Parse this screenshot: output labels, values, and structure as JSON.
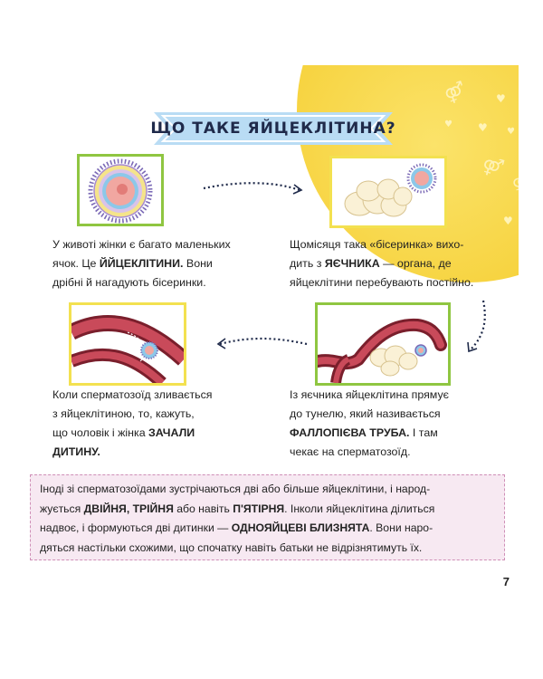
{
  "title": "ЩО ТАКЕ ЯЙЦЕКЛІТИНА?",
  "steps": [
    {
      "t1": "У животі жінки є багато маленьких",
      "t2a": "ячок. Це ",
      "t2b": "ЙЙЦЕКЛІТИНИ.",
      "t2c": " Вони",
      "t3": "дрібні й нагадують бісеринки."
    },
    {
      "t1": "Щомісяця така «бісеринка» вихо-",
      "t2a": "дить з ",
      "t2b": "ЯЄЧНИКА",
      "t2c": " — органа, де",
      "t3": "яйцеклітини перебувають постійно."
    },
    {
      "t1": "Із яєчника яйцеклітина прямує",
      "t2": "до тунелю, який називається",
      "t3b": "ФАЛЛОПІЄВА ТРУБА.",
      "t3c": " І там",
      "t4": "чекає на сперматозоїд."
    },
    {
      "t1": "Коли сперматозоїд зливається",
      "t2": "з яйцеклітиною, то, кажуть,",
      "t3a": "що чоловік і жінка ",
      "t3b": "ЗАЧАЛИ",
      "t4b": "ДИТИНУ."
    }
  ],
  "note": {
    "l1": "Іноді зі сперматозоїдами зустрічаються дві або більше яйцеклітини, і народ-",
    "l2a": "жується ",
    "l2b": "ДВІЙНЯ, ТРІЙНЯ",
    "l2c": " або навіть ",
    "l2d": "П'ЯТІРНЯ",
    "l2e": ". Інколи яйцеклітина ділиться",
    "l3a": "надвоє, і формуються дві дитинки — ",
    "l3b": "ОДНОЯЙЦЕВІ БЛИЗНЯТА",
    "l3c": ". Вони наро-",
    "l4": "дяться настільки схожими, що спочатку навіть батьки не відрізнятимуть їх."
  },
  "page_number": "7",
  "icons": [
    "gender-symbol-icon",
    "heart-icon"
  ],
  "colors": {
    "banner": "#b9dcf4",
    "corner": "#f6d13a",
    "green_frame": "#8fc641",
    "yellow_frame": "#f3e150",
    "note_bg": "#f7e9f2"
  }
}
